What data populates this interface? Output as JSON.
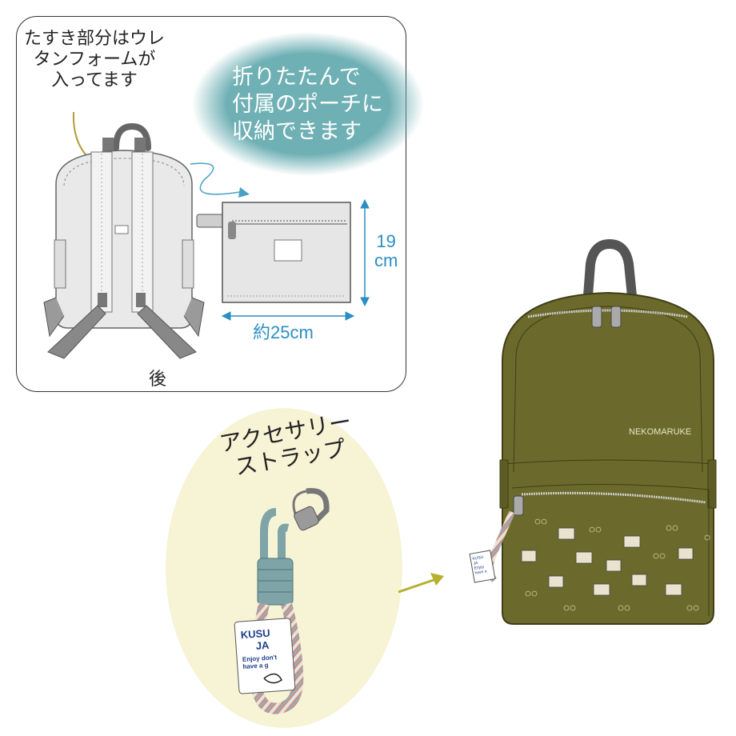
{
  "panel": {
    "strap_label_lines": [
      "たすき部分はウレ",
      "タンフォームが",
      "入ってます"
    ],
    "bubble_lines": [
      "折りたたんで",
      "付属のポーチに",
      "収納できます"
    ],
    "pouch_height": [
      "19",
      "cm"
    ],
    "pouch_width": "約25cm",
    "back_label": "後"
  },
  "accessory": {
    "label_lines": [
      "アクセサリー",
      "ストラップ"
    ],
    "tag_lines": [
      "KUSU",
      "JA",
      "Enjoy don't",
      "have a g"
    ]
  },
  "backpack": {
    "brand": "NEKOMARUKE",
    "tag_lines": [
      "KUSU",
      "JA",
      "Enjoy",
      "have a"
    ]
  },
  "colors": {
    "bubble": "#6fb0b5",
    "accessory_bg": "#f7f4d6",
    "backpack": "#6b6a2c",
    "arrow": "#b5b030",
    "dimension": "#2a8fc1"
  }
}
